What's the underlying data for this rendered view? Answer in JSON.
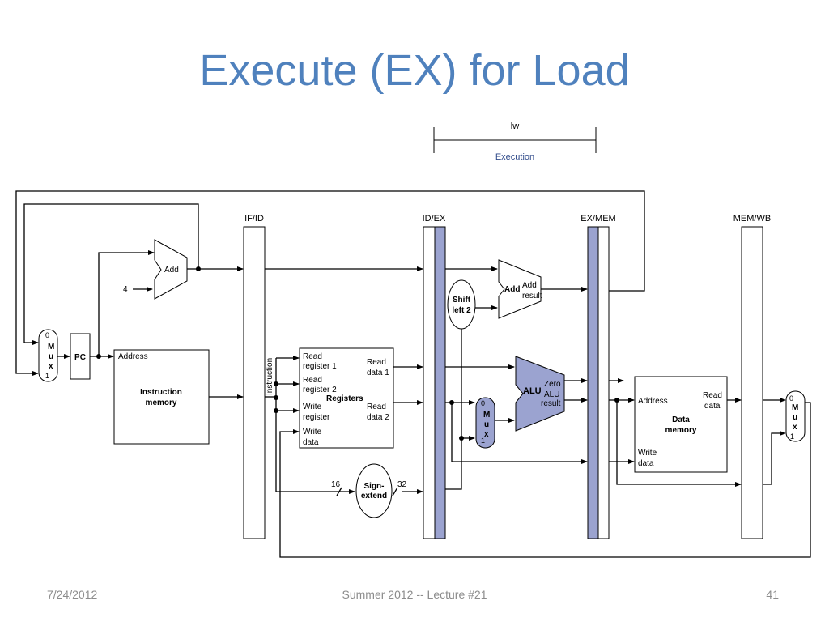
{
  "title": "Execute (EX) for Load",
  "stage_bar": {
    "instruction": "lw",
    "stage": "Execution"
  },
  "pipeline_registers": [
    "IF/ID",
    "ID/EX",
    "EX/MEM",
    "MEM/WB"
  ],
  "labels": {
    "add_pc": "Add",
    "const_4": "4",
    "pc": "PC",
    "address": "Address",
    "instruction_memory": [
      "Instruction",
      "memory"
    ],
    "instruction_bus": "Instruction",
    "read_register_1": [
      "Read",
      "register 1"
    ],
    "read_register_2": [
      "Read",
      "register 2"
    ],
    "write_register": [
      "Write",
      "register"
    ],
    "write_data": [
      "Write",
      "data"
    ],
    "registers": "Registers",
    "read_data_1": [
      "Read",
      "data 1"
    ],
    "read_data_2": [
      "Read",
      "data 2"
    ],
    "shift_left_2": [
      "Shift",
      "left 2"
    ],
    "add_branch": "Add",
    "add_result": [
      "Add",
      "result"
    ],
    "alu": "ALU",
    "zero": "Zero",
    "alu_result": [
      "ALU",
      "result"
    ],
    "sign_extend": [
      "Sign-",
      "extend"
    ],
    "width_16": "16",
    "width_32": "32",
    "dm_address": "Address",
    "dm_read_data": [
      "Read",
      "data"
    ],
    "data_memory": [
      "Data",
      "memory"
    ],
    "dm_write_data": [
      "Write",
      "data"
    ],
    "mux_letters": [
      "M",
      "u",
      "x"
    ],
    "mux_in0": "0",
    "mux_in1": "1"
  },
  "colors": {
    "title": "#4f81bd",
    "highlight": "#9ba3d0",
    "execution": "#2f4a8a"
  },
  "footer": {
    "date": "7/24/2012",
    "center": "Summer 2012 -- Lecture #21",
    "page": "41"
  }
}
